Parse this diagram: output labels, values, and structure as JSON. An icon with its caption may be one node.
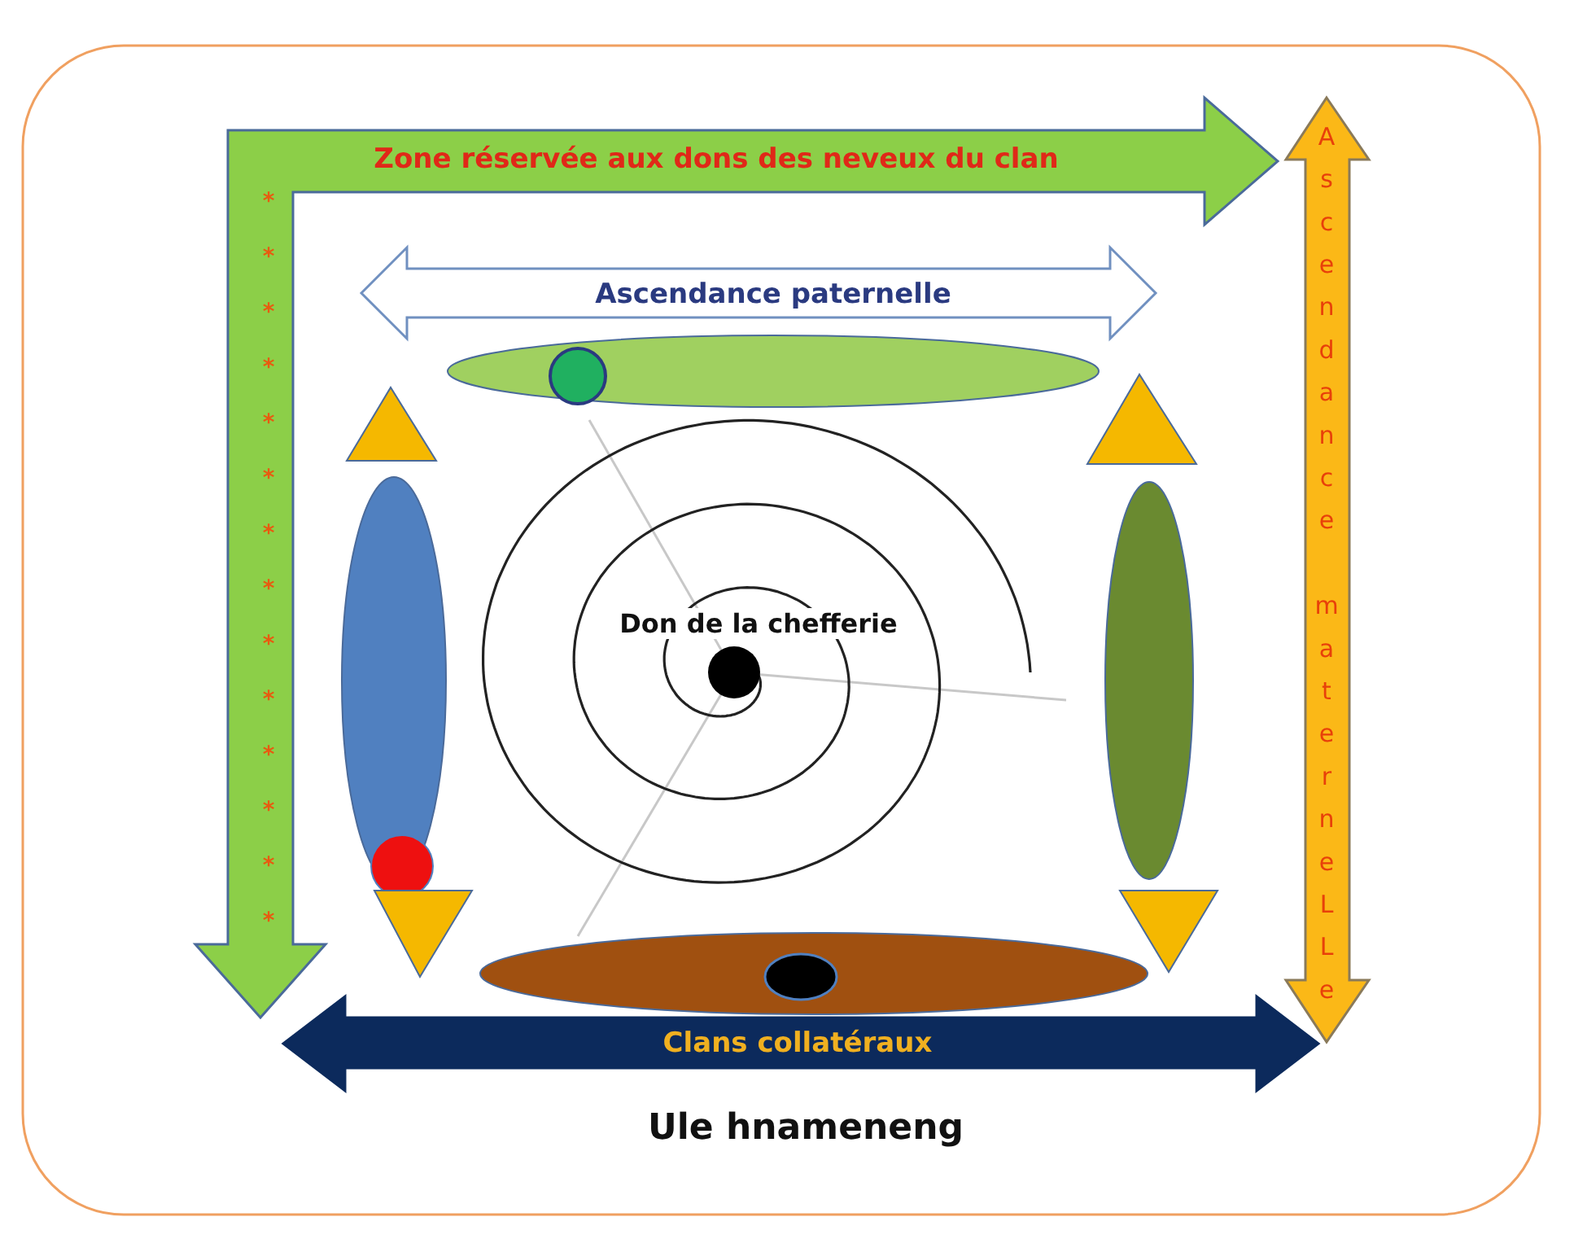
{
  "diagram": {
    "nodes": [
      {
        "text": [
          "Zone réservée aux dons des neveux du clan"
        ]
      },
      {
        "text": [
          "Ascendance paternelle"
        ]
      },
      {
        "text": [
          "Ascendance materneLLe"
        ]
      },
      {
        "text": [
          "Clans collatéraux"
        ]
      }
    ],
    "labels": [
      "*",
      "*",
      "*",
      "*",
      "*",
      "*",
      "*",
      "*",
      "*",
      "*",
      "*",
      "*",
      "*",
      "*",
      "Don de la chefferie",
      "Ule hnameneng"
    ]
  }
}
